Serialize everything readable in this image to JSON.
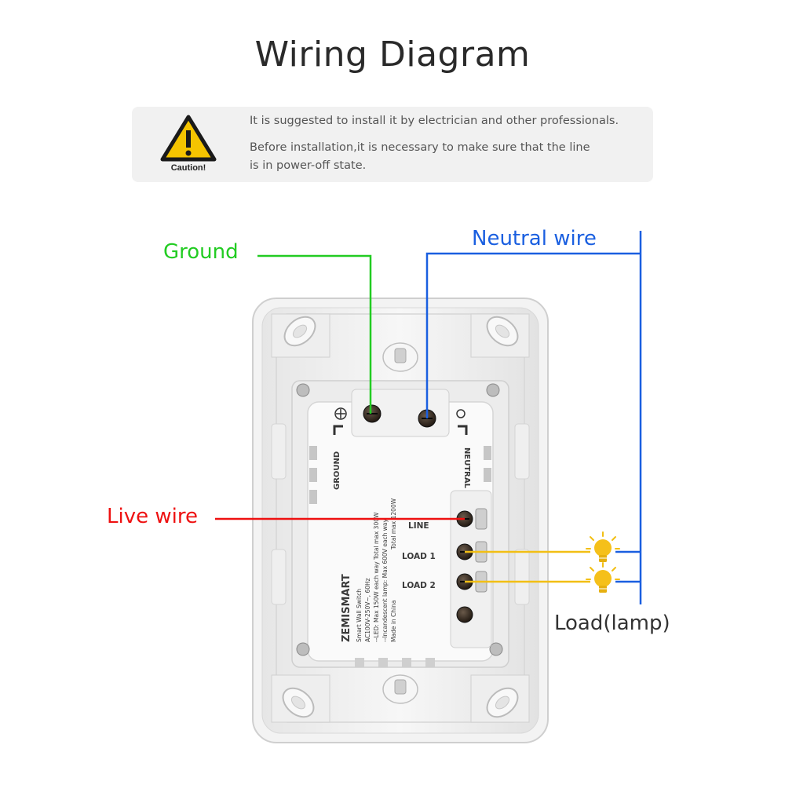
{
  "title": "Wiring Diagram",
  "caution": {
    "label": "Caution!",
    "line1": "It is suggested to install it by electrician and other professionals.",
    "line2": "Before installation,it is necessary to make sure that the line",
    "line3": "is in power-off state."
  },
  "wire_labels": {
    "ground": "Ground",
    "neutral": "Neutral wire",
    "live": "Live wire",
    "load": "Load(lamp)"
  },
  "colors": {
    "ground": "#22cc22",
    "neutral": "#1a5fe0",
    "live": "#ee1111",
    "load": "#f2bf14"
  },
  "device": {
    "ground_label": "GROUND",
    "neutral_label": "NEUTRAL",
    "terminal_line": "LINE",
    "terminal_load1": "LOAD 1",
    "terminal_load2": "LOAD 2",
    "brand": "ZEMISMART",
    "spec1": "Smart Wall Switch",
    "spec2": "AC100V-250V~, 60Hz",
    "spec3": "--LED: Max 150W each way  Total max 300W",
    "spec4": "--Incandescent lamp: Max 600V each way",
    "spec5": "Total max 1200W",
    "spec6": "Made in China"
  }
}
